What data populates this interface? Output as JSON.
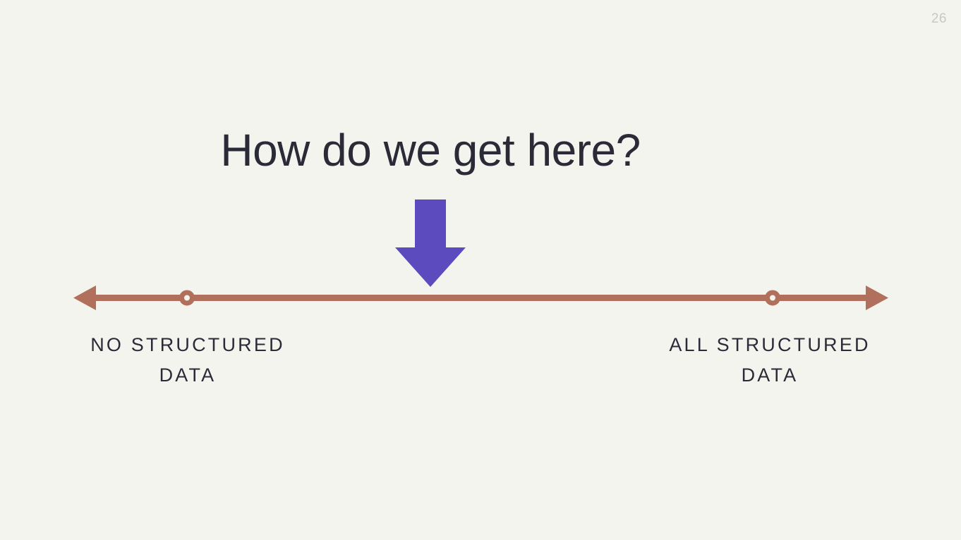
{
  "slide": {
    "page_number": "26",
    "title": "How do we get here?",
    "background_color": "#f4f4ef",
    "title_color": "#2b2b38",
    "page_number_color": "#c8c8c2"
  },
  "arrow": {
    "name": "down-arrow",
    "color": "#5b4bbe",
    "direction": "down"
  },
  "spectrum": {
    "line_color": "#b0705c",
    "marker_fill": "#f4f4ef",
    "left_arrowhead": "left",
    "right_arrowhead": "right",
    "markers": [
      {
        "id": "no-structured-data",
        "position_pct": 14.5
      },
      {
        "id": "all-structured-data",
        "position_pct": 85.5
      }
    ],
    "labels": {
      "left": {
        "line1": "NO STRUCTURED",
        "line2": "DATA"
      },
      "right": {
        "line1": "ALL STRUCTURED",
        "line2": "DATA"
      }
    }
  }
}
